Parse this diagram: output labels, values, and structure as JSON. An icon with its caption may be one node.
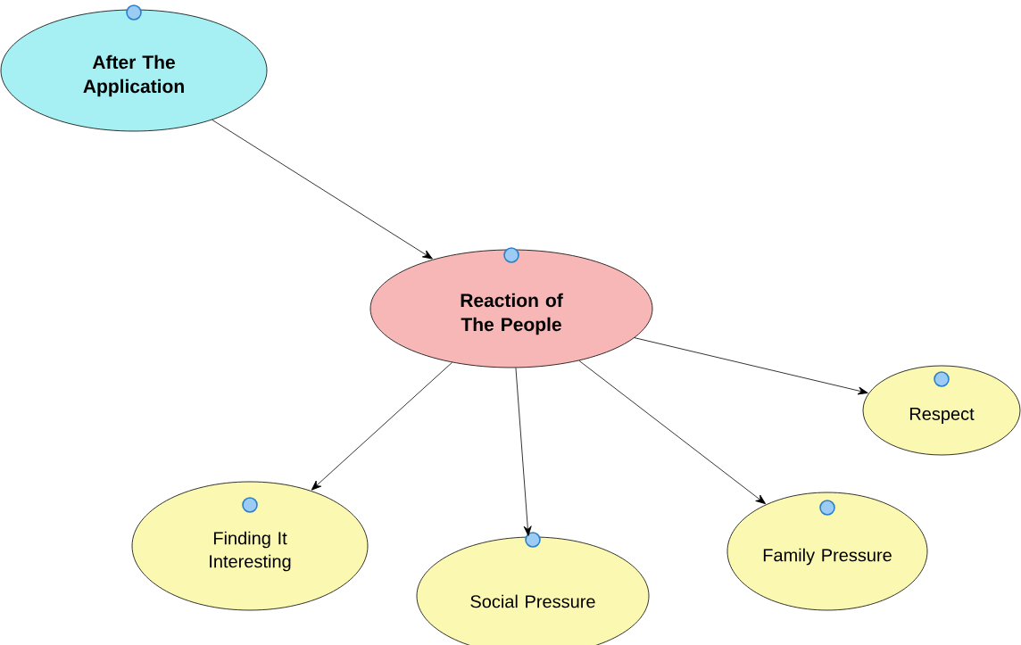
{
  "diagram": {
    "nodes": [
      {
        "text": [
          "After The Application"
        ]
      },
      {
        "text": [
          "Reaction of The People"
        ]
      },
      {
        "text": [
          "Respect"
        ]
      },
      {
        "text": [
          "Finding It Interesting"
        ]
      },
      {
        "text": [
          "Social Pressure"
        ]
      },
      {
        "text": [
          "Family Pressure"
        ]
      }
    ],
    "edges": [
      {
        "from": 0,
        "to": 1,
        "arrow": "to"
      },
      {
        "from": 1,
        "to": 2,
        "arrow": "to"
      },
      {
        "from": 1,
        "to": 3,
        "arrow": "to"
      },
      {
        "from": 1,
        "to": 4,
        "arrow": "to"
      },
      {
        "from": 1,
        "to": 5,
        "arrow": "to"
      }
    ]
  }
}
